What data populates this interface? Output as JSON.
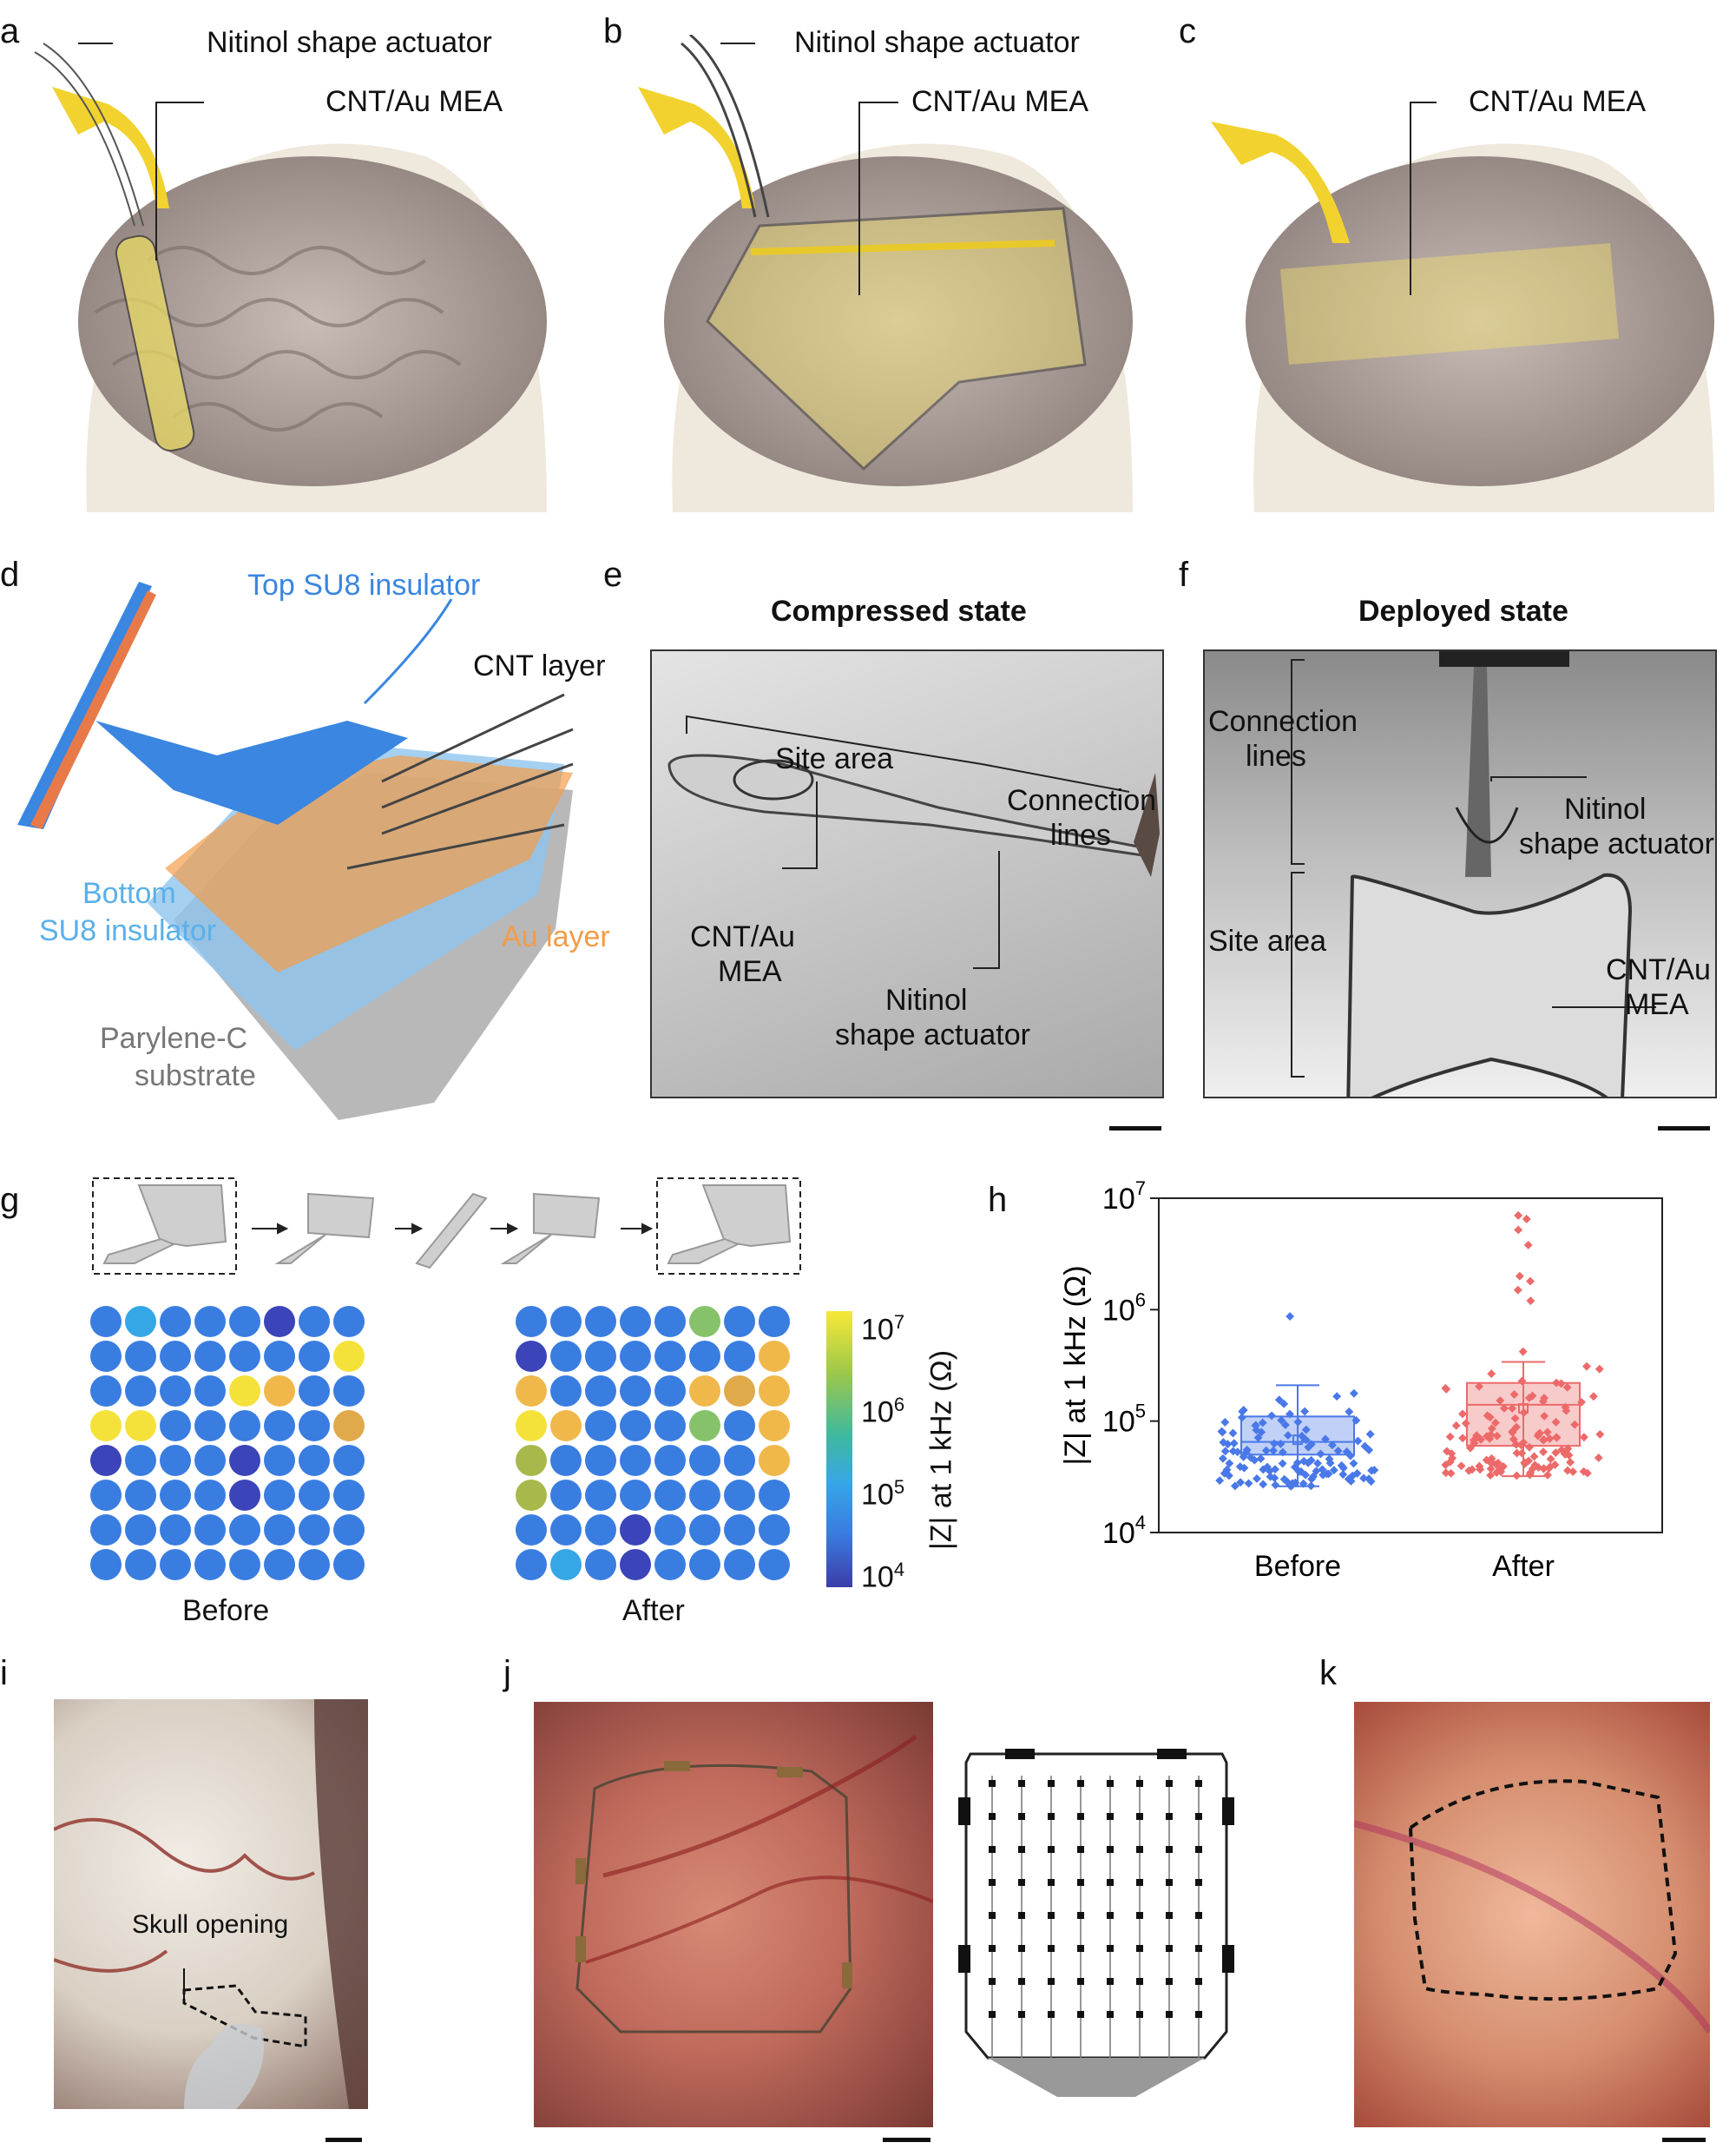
{
  "panels": {
    "a": {
      "letter": "a",
      "nitinol_label": "Nitinol shape actuator",
      "mea_label": "CNT/Au MEA"
    },
    "b": {
      "letter": "b",
      "nitinol_label": "Nitinol shape actuator",
      "mea_label": "CNT/Au MEA"
    },
    "c": {
      "letter": "c",
      "mea_label": "CNT/Au MEA"
    },
    "d": {
      "letter": "d",
      "top_su8": "Top SU8 insulator",
      "cnt_layer": "CNT layer",
      "bottom_su8_line1": "Bottom",
      "bottom_su8_line2": "SU8 insulator",
      "au_layer": "Au layer",
      "parylene_line1": "Parylene-C",
      "parylene_line2": "substrate"
    },
    "e": {
      "letter": "e",
      "title": "Compressed state",
      "site_area": "Site area",
      "connection_line1": "Connection",
      "connection_line2": "lines",
      "mea_line1": "CNT/Au",
      "mea_line2": "MEA",
      "nitinol_line1": "Nitinol",
      "nitinol_line2": "shape actuator"
    },
    "f": {
      "letter": "f",
      "title": "Deployed state",
      "connection_line1": "Connection",
      "connection_line2": "lines",
      "nitinol_line1": "Nitinol",
      "nitinol_line2": "shape actuator",
      "site_area": "Site area",
      "mea_line1": "CNT/Au",
      "mea_line2": "MEA"
    },
    "g": {
      "letter": "g",
      "before": "Before",
      "after": "After",
      "colorbar_label": "|Z| at 1 kHz (Ω)",
      "colorbar_ticks": [
        {
          "base": "10",
          "exp": "7"
        },
        {
          "base": "10",
          "exp": "6"
        },
        {
          "base": "10",
          "exp": "5"
        },
        {
          "base": "10",
          "exp": "4"
        }
      ]
    },
    "h": {
      "letter": "h"
    },
    "i": {
      "letter": "i",
      "skull_opening": "Skull opening"
    },
    "j": {
      "letter": "j"
    },
    "k": {
      "letter": "k"
    }
  },
  "colors": {
    "low": "#3b44b8",
    "base": "#3a7de0",
    "mid": "#36a7e6",
    "teal": "#4fbfa0",
    "green": "#86c26a",
    "olive": "#a8b84a",
    "gold": "#e0aa4a",
    "orange": "#f0b84a",
    "yellow": "#f4e23a",
    "before_series": "#4a78e8",
    "after_series": "#ec6a6a",
    "su8_top": "#3a86e0",
    "su8_bottom": "#8fc4ee",
    "au": "#f39c48",
    "parylene": "#8a8a8a"
  },
  "heatmaps": {
    "before": [
      [
        "base",
        "mid",
        "base",
        "base",
        "base",
        "low",
        "base",
        "base"
      ],
      [
        "base",
        "base",
        "base",
        "base",
        "base",
        "base",
        "base",
        "yellow"
      ],
      [
        "base",
        "base",
        "base",
        "base",
        "yellow",
        "orange",
        "base",
        "base"
      ],
      [
        "yellow",
        "yellow",
        "base",
        "base",
        "base",
        "base",
        "base",
        "gold"
      ],
      [
        "low",
        "base",
        "base",
        "base",
        "low",
        "base",
        "base",
        "base"
      ],
      [
        "base",
        "base",
        "base",
        "base",
        "low",
        "base",
        "base",
        "base"
      ],
      [
        "base",
        "base",
        "base",
        "base",
        "base",
        "base",
        "base",
        "base"
      ],
      [
        "base",
        "base",
        "base",
        "base",
        "base",
        "base",
        "base",
        "base"
      ]
    ],
    "after": [
      [
        "base",
        "base",
        "base",
        "base",
        "base",
        "green",
        "base",
        "base"
      ],
      [
        "low",
        "base",
        "base",
        "base",
        "base",
        "base",
        "base",
        "orange"
      ],
      [
        "orange",
        "base",
        "base",
        "base",
        "base",
        "orange",
        "gold",
        "orange"
      ],
      [
        "yellow",
        "orange",
        "base",
        "base",
        "base",
        "green",
        "base",
        "orange"
      ],
      [
        "olive",
        "base",
        "base",
        "base",
        "base",
        "base",
        "base",
        "orange"
      ],
      [
        "olive",
        "base",
        "base",
        "base",
        "base",
        "base",
        "base",
        "base"
      ],
      [
        "base",
        "base",
        "base",
        "low",
        "base",
        "base",
        "base",
        "base"
      ],
      [
        "base",
        "mid",
        "base",
        "low",
        "base",
        "base",
        "base",
        "base"
      ]
    ]
  },
  "chart_data": {
    "type": "box",
    "ylabel": "|Z| at 1 kHz (Ω)",
    "yscale": "log",
    "ylim": [
      10000,
      10000000
    ],
    "ytick_labels": [
      {
        "base": "10",
        "exp": "4"
      },
      {
        "base": "10",
        "exp": "5"
      },
      {
        "base": "10",
        "exp": "6"
      },
      {
        "base": "10",
        "exp": "7"
      }
    ],
    "categories": [
      "Before",
      "After"
    ],
    "series": [
      {
        "category": "Before",
        "q1": 50000,
        "median": 65000,
        "q3": 110000,
        "mean": 68000,
        "whisker_low": 26000,
        "whisker_high": 210000,
        "outliers": [
          870000
        ]
      },
      {
        "category": "After",
        "q1": 60000,
        "median": 140000,
        "q3": 220000,
        "mean": 130000,
        "whisker_low": 32000,
        "whisker_high": 340000,
        "outliers": [
          420000,
          1200000,
          1500000,
          1800000,
          2000000,
          3800000,
          5200000,
          6500000,
          7000000
        ]
      }
    ]
  }
}
